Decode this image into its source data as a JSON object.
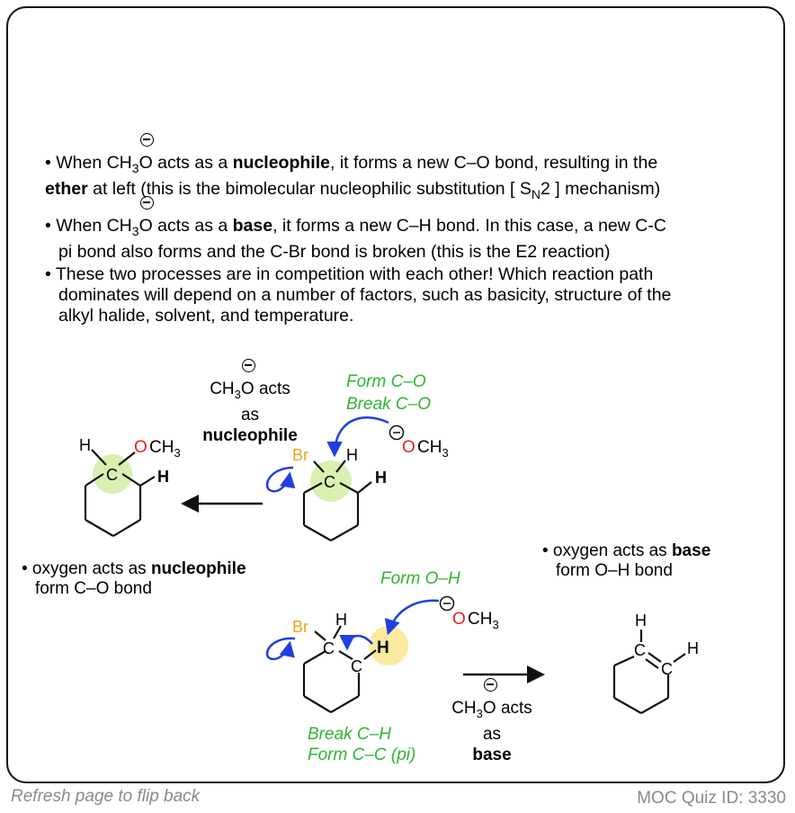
{
  "bullets": {
    "b1": {
      "pre": "• When CH",
      "sub3": "3",
      "o": "O",
      "mid": " acts as a ",
      "bold": "nucleophile",
      "post": ", it forms a new C–O bond, resulting in the",
      "bold2": "ether",
      "line2": " at left (this is the bimolecular nucleophilic substitution [ S",
      "subN": "N",
      "line2end": "2 ] mechanism)"
    },
    "b2": {
      "pre": "• When CH",
      "sub3": "3",
      "o": "O",
      "mid": " acts as a ",
      "bold": "base",
      "post": ", it forms a new C–H bond. In this case, a new C-C",
      "line2": "pi bond also forms and the C-Br bond is broken (this is the E2 reaction)"
    },
    "b3": {
      "line1": "• These two processes are in competition with each other! Which reaction path",
      "line2": "dominates will depend on a number of factors, such as basicity, structure of the",
      "line3": "alkyl halide, solvent, and temperature."
    }
  },
  "sn2": {
    "condition": {
      "ch": "CH",
      "sub": "3",
      "o": "O",
      "acts": " acts",
      "as": "as",
      "role": "nucleophile"
    },
    "green1": "Form C–O",
    "green2": "Break C–O",
    "note_bullet": "• oxygen acts as ",
    "note_bold": "nucleophile",
    "note_line2": "form C–O bond"
  },
  "e2": {
    "green_top": "Form O–H",
    "green_b1": "Break C–H",
    "green_b2": "Form C–C (pi)",
    "condition": {
      "ch": "CH",
      "sub": "3",
      "o": "O",
      "acts": " acts",
      "as": "as",
      "role": "base"
    },
    "note_bullet": "• oxygen acts as ",
    "note_bold": "base",
    "note_line2": "form O–H bond"
  },
  "atoms": {
    "br": "Br",
    "h": "H",
    "c": "C",
    "o": "O",
    "ch3": "CH3",
    "och3_o": "O",
    "och3_ch": "CH",
    "och3_3": "3"
  },
  "footer": {
    "left": "Refresh page to flip back",
    "right": "MOC Quiz ID: 3330"
  },
  "colors": {
    "green": "#2fb52f",
    "blue": "#1f3fe0",
    "orange": "#f0a020",
    "red": "#e82020",
    "glow_green": "#d9f0b0",
    "glow_yellow": "#fbeaa0"
  }
}
